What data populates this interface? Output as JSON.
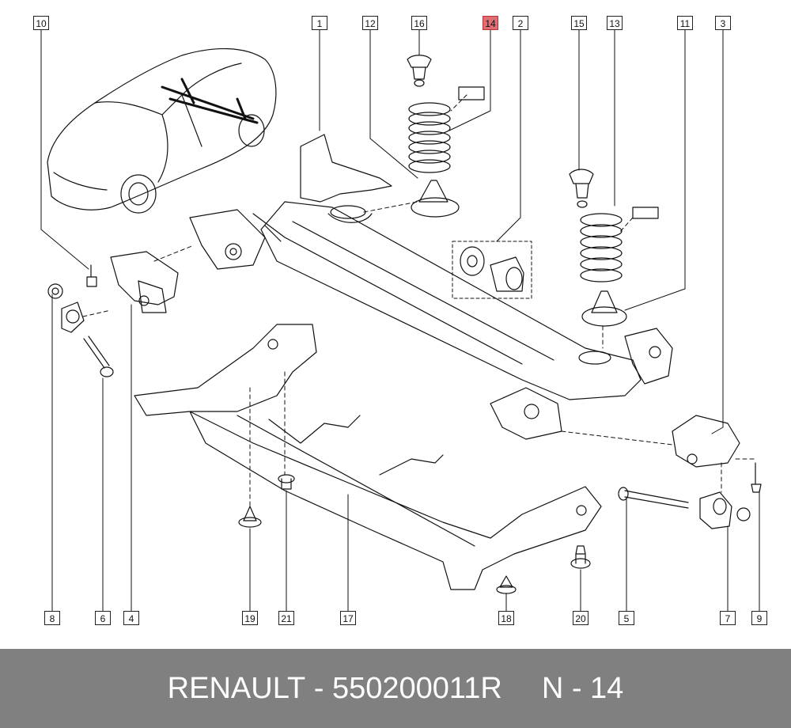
{
  "callouts": {
    "c10": "10",
    "c1": "1",
    "c12": "12",
    "c16": "16",
    "c14": "14",
    "c2": "2",
    "c15": "15",
    "c13": "13",
    "c11": "11",
    "c3": "3",
    "c8": "8",
    "c6": "6",
    "c4": "4",
    "c19": "19",
    "c21": "21",
    "c17": "17",
    "c18": "18",
    "c20": "20",
    "c5": "5",
    "c7": "7",
    "c9": "9"
  },
  "highlight_color": "#e06d74",
  "footer": {
    "brand": "RENAULT",
    "separator": " - ",
    "part_number": "550200011R",
    "ref_prefix": "N - ",
    "ref_number": "14"
  }
}
